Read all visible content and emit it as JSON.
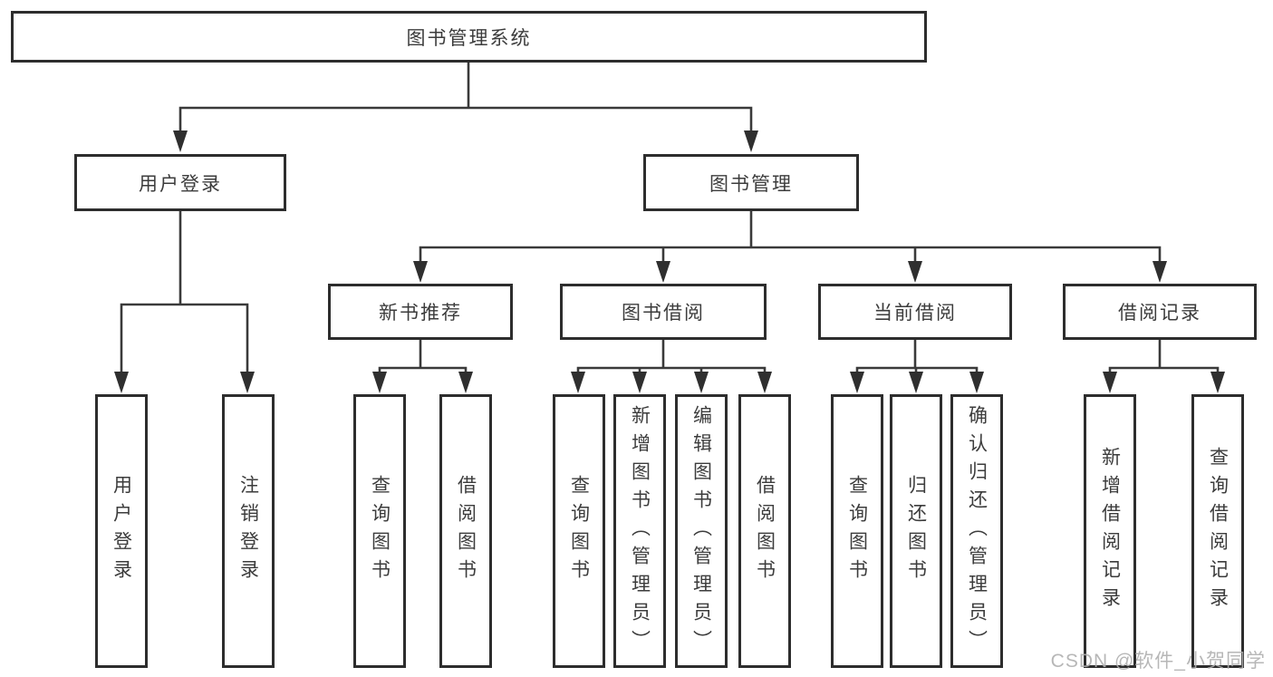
{
  "tree": {
    "root": {
      "label": "图书管理系统"
    },
    "branches": [
      {
        "label": "用户登录",
        "children": [
          {
            "label": "用户登录"
          },
          {
            "label": "注销登录"
          }
        ]
      },
      {
        "label": "图书管理",
        "children": [
          {
            "label": "新书推荐",
            "children": [
              {
                "label": "查询图书"
              },
              {
                "label": "借阅图书"
              }
            ]
          },
          {
            "label": "图书借阅",
            "children": [
              {
                "label": "查询图书"
              },
              {
                "label": "新增图书（管理员）"
              },
              {
                "label": "编辑图书（管理员）"
              },
              {
                "label": "借阅图书"
              }
            ]
          },
          {
            "label": "当前借阅",
            "children": [
              {
                "label": "查询图书"
              },
              {
                "label": "归还图书"
              },
              {
                "label": "确认归还（管理员）"
              }
            ]
          },
          {
            "label": "借阅记录",
            "children": [
              {
                "label": "新增借阅记录"
              },
              {
                "label": "查询借阅记录"
              }
            ]
          }
        ]
      }
    ]
  },
  "watermark": "CSDN @软件_小贺同学",
  "colors": {
    "line": "#3a3a3a",
    "box_border": "#2d2d2d",
    "text": "#3c3c3c",
    "watermark": "#afafaf",
    "background": "#ffffff"
  }
}
